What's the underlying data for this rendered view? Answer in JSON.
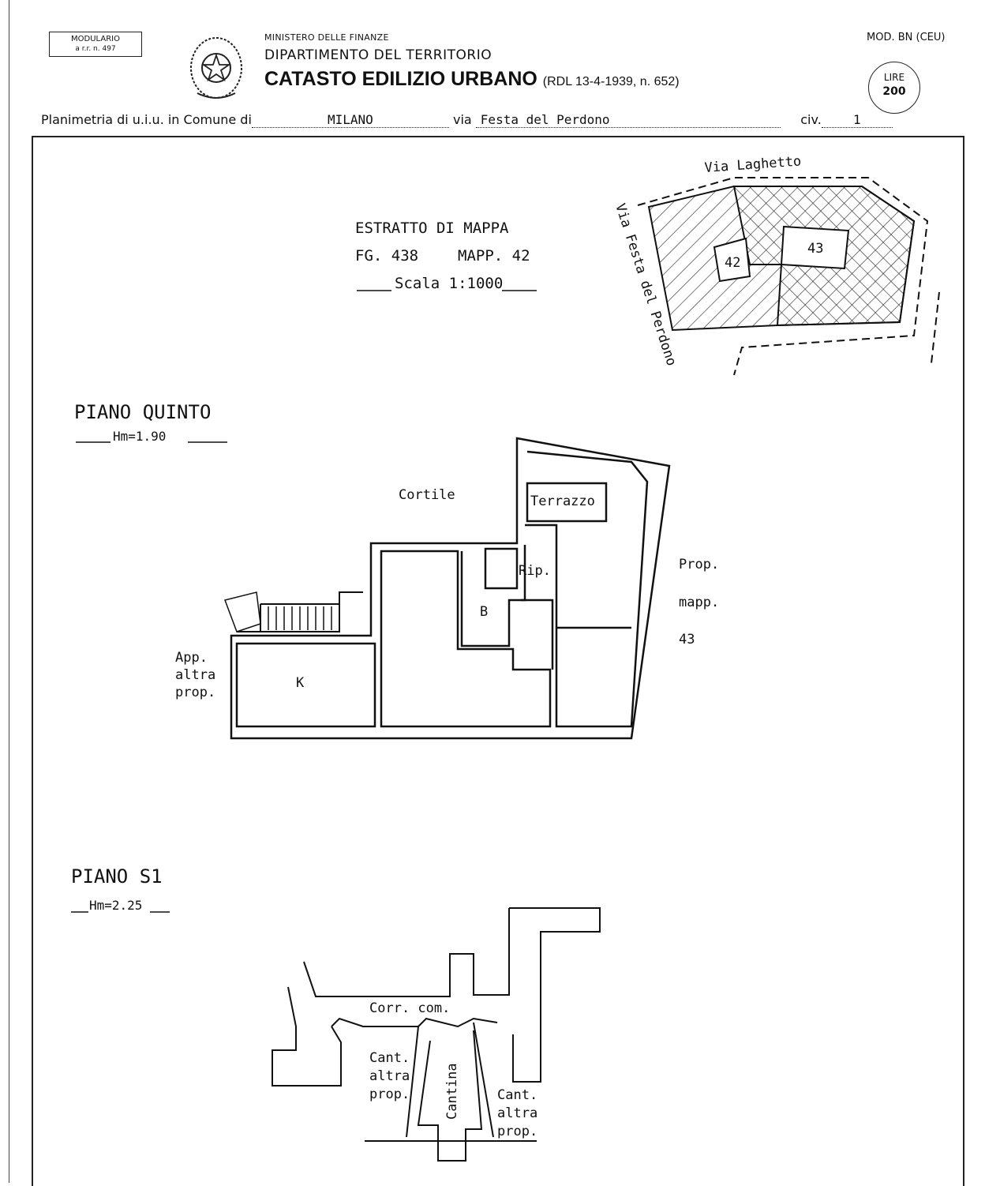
{
  "header": {
    "modulario_line1": "MODULARIO",
    "modulario_line2": "a r.r. n. 497",
    "ministry": "MINISTERO DELLE FINANZE",
    "department": "DIPARTIMENTO DEL TERRITORIO",
    "title": "CATASTO EDILIZIO URBANO",
    "law_ref": "(RDL 13-4-1939, n. 652)",
    "model": "MOD. BN (CEU)",
    "stamp_label": "LIRE",
    "stamp_value": "200"
  },
  "address": {
    "prefix": "Planimetria di u.i.u. in Comune di",
    "comune": "MILANO",
    "via_label": "via",
    "via": "Festa del Perdono",
    "civ_label": "civ.",
    "civ": "1"
  },
  "map_extract": {
    "title": "ESTRATTO DI MAPPA",
    "foglio": "FG. 438",
    "mappale": "MAPP. 42",
    "scale": "Scala 1:1000",
    "street_top": "Via Laghetto",
    "street_left": "Via Festa del Perdono",
    "parcel_a": "42",
    "parcel_b": "43"
  },
  "floor_fifth": {
    "title": "PIANO QUINTO",
    "height": "Hm=1.90",
    "labels": {
      "cortile": "Cortile",
      "terrazzo": "Terrazzo",
      "rip": "Rip.",
      "bath": "B",
      "kitchen": "K",
      "app1": "App.",
      "app2": "altra",
      "app3": "prop.",
      "prop1": "Prop.",
      "prop2": "mapp.",
      "prop3": "43"
    }
  },
  "floor_s1": {
    "title": "PIANO S1",
    "height": "Hm=2.25",
    "labels": {
      "corr": "Corr. com.",
      "cant_l1": "Cant.",
      "cant_l2": "altra",
      "cant_l3": "prop.",
      "cantina": "Cantina",
      "cant_r1": "Cant.",
      "cant_r2": "altra",
      "cant_r3": "prop."
    }
  }
}
